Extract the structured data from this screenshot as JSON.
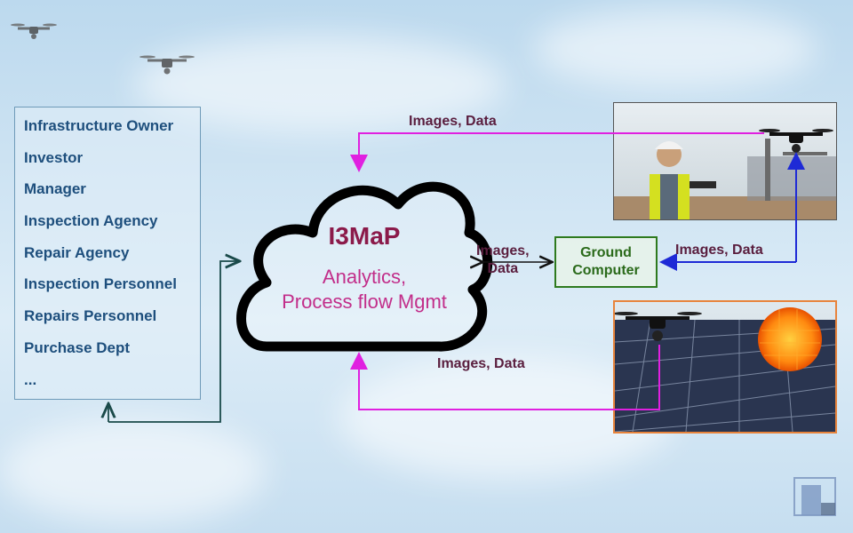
{
  "stakeholders": [
    "Infrastructure Owner",
    "Investor",
    "Manager",
    "Inspection Agency",
    "Repair Agency",
    "Inspection Personnel",
    "Repairs Personnel",
    "Purchase Dept",
    "..."
  ],
  "cloud": {
    "title": "I3MaP",
    "subtitle_line1": "Analytics,",
    "subtitle_line2": "Process flow Mgmt"
  },
  "ground_computer": {
    "line1": "Ground",
    "line2": "Computer"
  },
  "flow_labels": {
    "top": "Images, Data",
    "middle_line1": "Images,",
    "middle_line2": "Data",
    "right": "Images, Data",
    "bottom": "Images, Data"
  },
  "colors": {
    "magenta_arrow": "#e020e0",
    "blue_arrow": "#1e2ad6",
    "dark_arrow": "#1a4a4a",
    "cloud_outline": "#000000",
    "ground_border": "#2e7a1e",
    "solar_border": "#e8843c"
  },
  "icons": [
    "drone-icon",
    "logo-icon"
  ]
}
